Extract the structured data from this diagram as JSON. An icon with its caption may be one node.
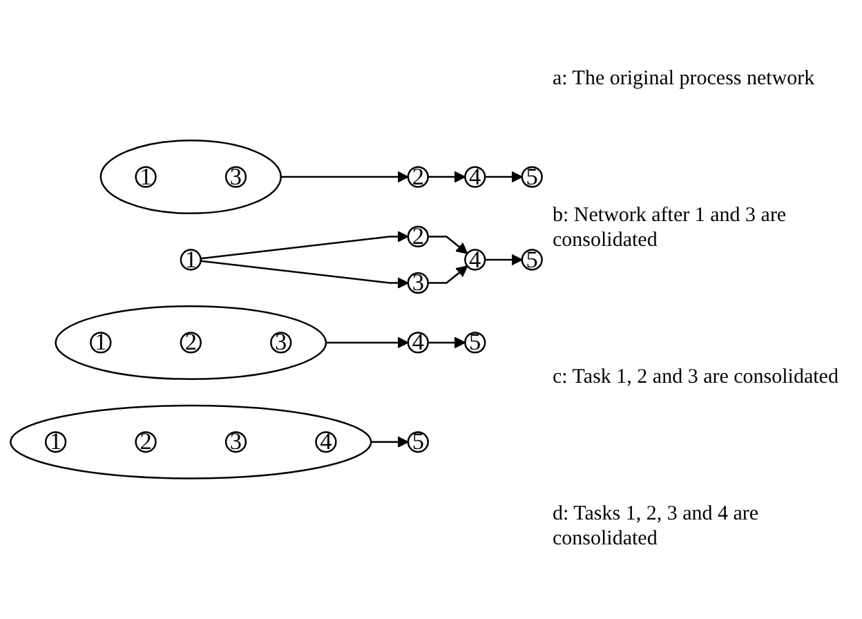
{
  "diagram": {
    "nodes": [
      {
        "text": [
          "1"
        ]
      },
      {
        "text": [
          "2"
        ]
      },
      {
        "text": [
          "3"
        ]
      },
      {
        "text": [
          "4"
        ]
      },
      {
        "text": [
          "5"
        ]
      },
      {
        "text": [],
        "shape": "ellipse"
      },
      {
        "text": [
          "1"
        ],
        "in": 5
      },
      {
        "text": [
          "3"
        ],
        "in": 5
      },
      {
        "text": [
          "2"
        ]
      },
      {
        "text": [
          "4"
        ]
      },
      {
        "text": [
          "5"
        ]
      },
      {
        "text": [],
        "shape": "ellipse"
      },
      {
        "text": [
          "1"
        ],
        "in": 11
      },
      {
        "text": [
          "2"
        ],
        "in": 11
      },
      {
        "text": [
          "3"
        ],
        "in": 11
      },
      {
        "text": [
          "4"
        ]
      },
      {
        "text": [
          "5"
        ]
      },
      {
        "text": [],
        "shape": "ellipse"
      },
      {
        "text": [
          "1"
        ],
        "in": 17
      },
      {
        "text": [
          "2"
        ],
        "in": 17
      },
      {
        "text": [
          "3"
        ],
        "in": 17
      },
      {
        "text": [
          "4"
        ],
        "in": 17
      },
      {
        "text": [
          "5"
        ]
      }
    ],
    "edges": [
      {
        "from": 0,
        "to": 1,
        "arrow": "to"
      },
      {
        "from": 0,
        "to": 2,
        "arrow": "to"
      },
      {
        "from": 1,
        "to": 3,
        "arrow": "to"
      },
      {
        "from": 2,
        "to": 3,
        "arrow": "to"
      },
      {
        "from": 3,
        "to": 4,
        "arrow": "to"
      },
      {
        "from": 5,
        "to": 8,
        "arrow": "to"
      },
      {
        "from": 8,
        "to": 9,
        "arrow": "to"
      },
      {
        "from": 9,
        "to": 10,
        "arrow": "to"
      },
      {
        "from": 11,
        "to": 15,
        "arrow": "to"
      },
      {
        "from": 15,
        "to": 16,
        "arrow": "to"
      },
      {
        "from": 17,
        "to": 22,
        "arrow": "to"
      }
    ],
    "labels": [
      "a: The original process network",
      "b: Network after 1 and 3 are consolidated",
      "c: Task 1, 2 and 3 are consolidated",
      "d: Tasks 1, 2, 3 and 4 are consolidated"
    ]
  }
}
